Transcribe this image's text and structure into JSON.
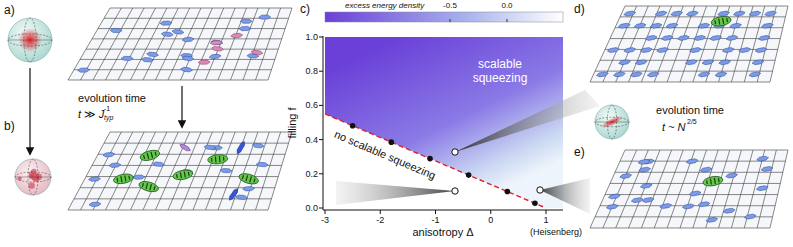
{
  "diagram": {
    "labels": [
      "a)",
      "b)",
      "c)",
      "d)",
      "e)",
      "evolution time",
      "t ≫ J",
      "typ",
      "-1",
      "excess energy density",
      "-0.5",
      "0.0",
      "scalable squeezing",
      "no scalable squeezing",
      "filling f",
      "anisotropy Δ",
      "(Heisenberg)",
      "1.0",
      "0.8",
      "0.6",
      "0.4",
      "0.2",
      "0.0",
      "-3",
      "-2",
      "-1",
      "0",
      "1",
      "evolution time",
      "t ~ N",
      "2/5"
    ]
  }
}
